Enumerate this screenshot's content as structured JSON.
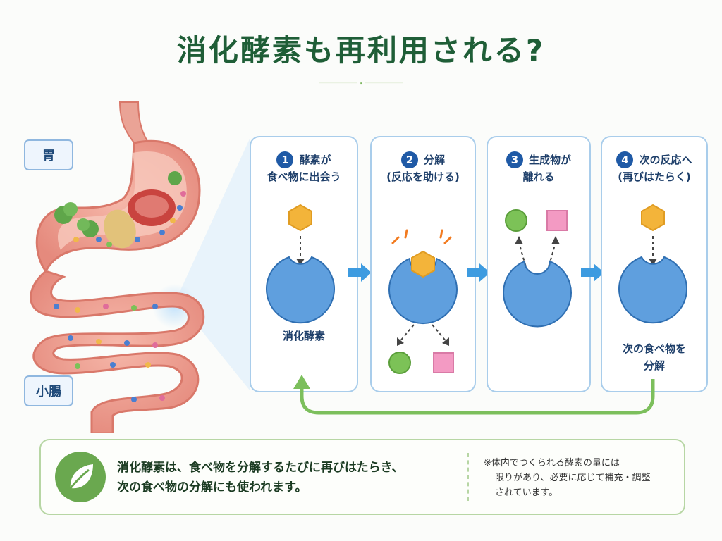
{
  "title": "消化酵素も再利用される?",
  "labels": {
    "stomach": "胃",
    "small_intestine": "小腸"
  },
  "steps": [
    {
      "number": "1",
      "line1": "酵素が",
      "line2": "食べ物に出会う",
      "caption": "消化酵素"
    },
    {
      "number": "2",
      "line1": "分解",
      "line2": "(反応を助ける)"
    },
    {
      "number": "3",
      "line1": "生成物が",
      "line2": "離れる"
    },
    {
      "number": "4",
      "line1": "次の反応へ",
      "line2": "(再びはたらく)",
      "caption_line1": "次の食べ物を",
      "caption_line2": "分解"
    }
  ],
  "note": {
    "main_line1": "消化酵素は、食べ物を分解するたびに再びはたらき、",
    "main_line2": "次の食べ物の分解にも使われます。",
    "side_line1": "※体内でつくられる酵素の量には",
    "side_line2": "限りがあり、必要に応じて補充・調整",
    "side_line3": "されています。"
  },
  "icons": [
    "leaf-icon",
    "hexagon-substrate-icon",
    "enzyme-icon",
    "circle-product-icon",
    "square-product-icon",
    "arrow-right-icon",
    "recycle-arrow-icon"
  ],
  "colors": {
    "title": "#1f5e37",
    "enzyme": "#5f9fde",
    "substrate": "#f3b43a",
    "product_circle": "#7cc257",
    "product_square": "#f39ac3",
    "arrow": "#3d9be0",
    "loop": "#7cbf5c"
  }
}
